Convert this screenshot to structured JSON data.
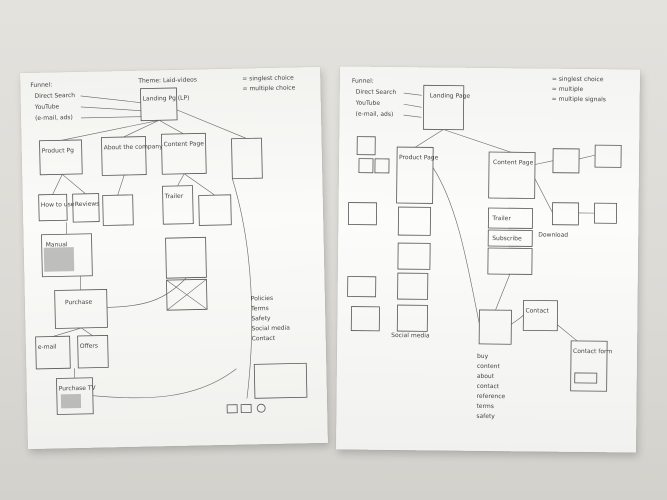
{
  "left_sheet": {
    "top_left_list": [
      "Funnel:",
      "Direct Search",
      "YouTube",
      "(e-mail, ads)"
    ],
    "center_title": "Landing Pg (LP)",
    "top_note": "Theme: Laid-videos",
    "legend": [
      "= singlest choice",
      "= multiple choice"
    ],
    "nodes": [
      "Product Pg",
      "About the company",
      "Content Page",
      "How to use",
      "Reviews",
      "Trailer",
      "Manual",
      "Purchase",
      "e-mail",
      "Offers",
      "Purchase TV"
    ],
    "right_list": [
      "Policies",
      "Terms",
      "Safety",
      "Social media",
      "Contact"
    ]
  },
  "right_sheet": {
    "top_left_list": [
      "Funnel:",
      "Direct Search",
      "YouTube",
      "(e-mail, ads)"
    ],
    "center_title": "Landing Page",
    "legend": [
      "= singlest choice",
      "= multiple",
      "= multiple signals"
    ],
    "nodes": [
      "Product Page",
      "Content Page",
      "Trailer",
      "Subscribe",
      "Contact",
      "Contact form",
      "Download",
      "Social media"
    ],
    "bottom_list": [
      "buy",
      "content",
      "about",
      "contact",
      "reference",
      "terms",
      "safety"
    ]
  }
}
